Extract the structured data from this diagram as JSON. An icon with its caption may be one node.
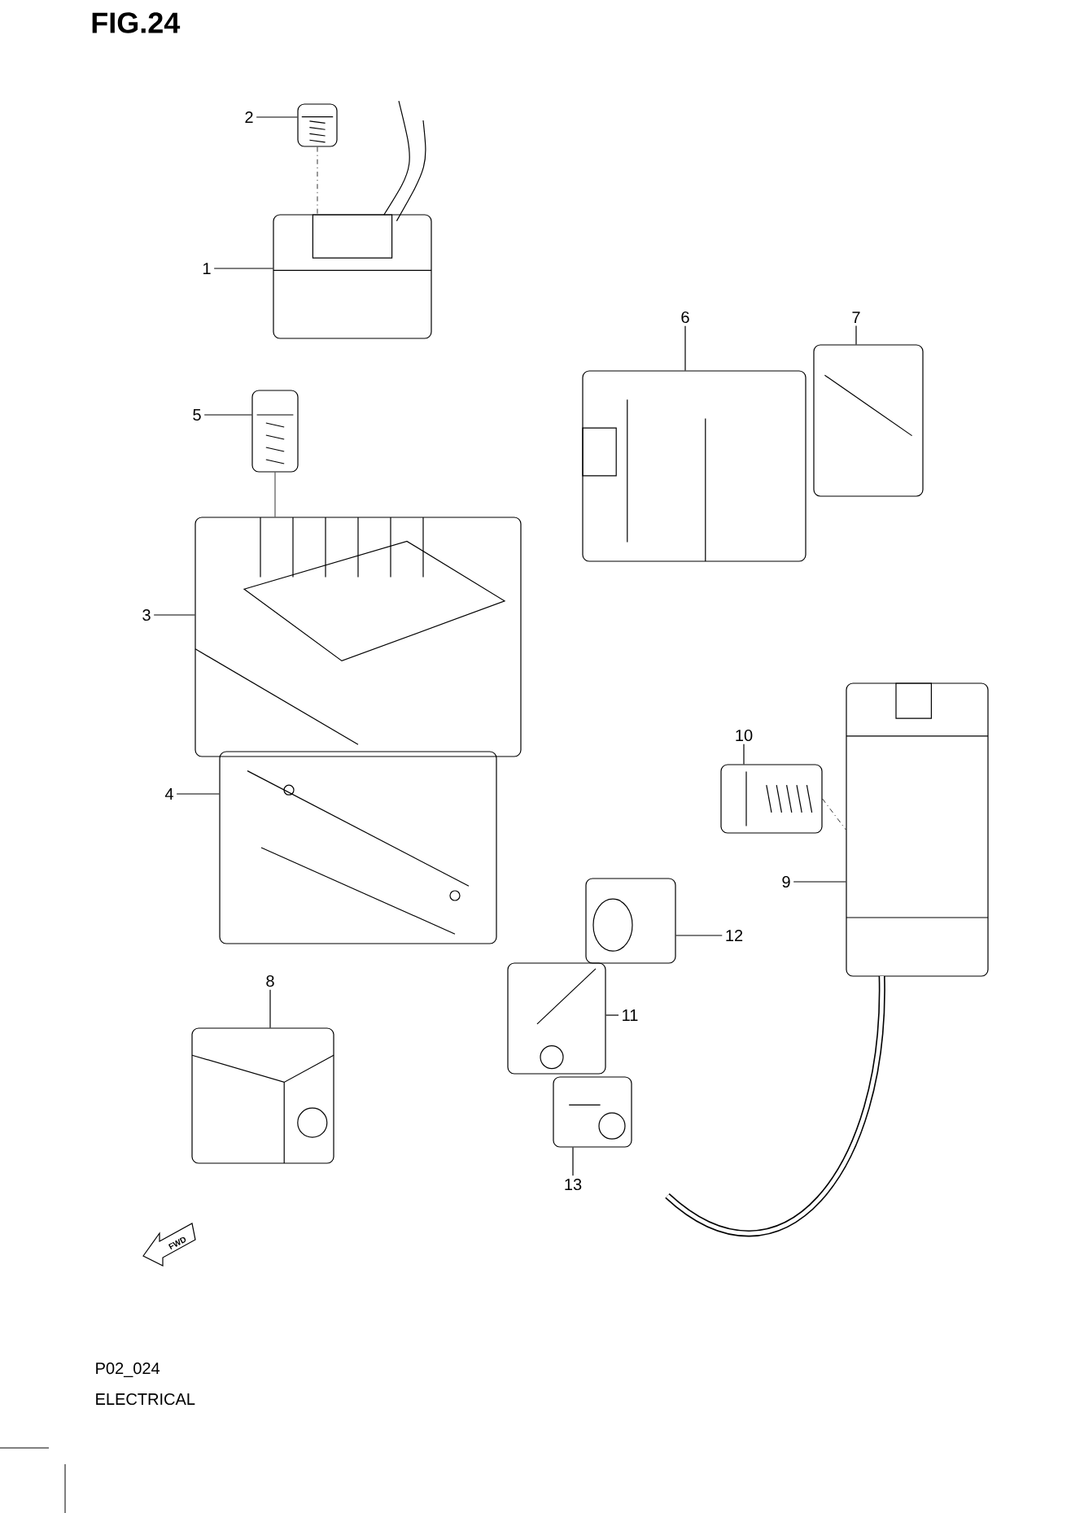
{
  "diagram": {
    "title": "FIG.24",
    "nodes": [
      {
        "text": [
          "2"
        ]
      },
      {
        "text": [],
        "shape": "picture"
      },
      {
        "text": [
          "1"
        ]
      },
      {
        "text": [],
        "shape": "picture"
      },
      {
        "text": [
          "5"
        ]
      },
      {
        "text": [],
        "shape": "picture"
      },
      {
        "text": [
          "3"
        ]
      },
      {
        "text": [],
        "shape": "picture"
      },
      {
        "text": [
          "4"
        ]
      },
      {
        "text": [],
        "shape": "picture"
      },
      {
        "text": [
          "6"
        ]
      },
      {
        "text": [],
        "shape": "picture"
      },
      {
        "text": [
          "7"
        ]
      },
      {
        "text": [],
        "shape": "picture"
      },
      {
        "text": [
          "10"
        ]
      },
      {
        "text": [],
        "shape": "picture"
      },
      {
        "text": [
          "9"
        ]
      },
      {
        "text": [],
        "shape": "picture"
      },
      {
        "text": [
          "12"
        ]
      },
      {
        "text": [],
        "shape": "picture"
      },
      {
        "text": [
          "11"
        ]
      },
      {
        "text": [],
        "shape": "picture"
      },
      {
        "text": [
          "8"
        ]
      },
      {
        "text": [],
        "shape": "picture"
      },
      {
        "text": [
          "13"
        ]
      },
      {
        "text": [],
        "shape": "picture"
      }
    ],
    "edges": [
      {
        "from": 0,
        "to": 1,
        "arrow": "none"
      },
      {
        "from": 2,
        "to": 3,
        "arrow": "none"
      },
      {
        "from": 4,
        "to": 5,
        "arrow": "none"
      },
      {
        "from": 6,
        "to": 7,
        "arrow": "none"
      },
      {
        "from": 8,
        "to": 9,
        "arrow": "none"
      },
      {
        "from": 10,
        "to": 11,
        "arrow": "none"
      },
      {
        "from": 12,
        "to": 13,
        "arrow": "none"
      },
      {
        "from": 14,
        "to": 15,
        "arrow": "none"
      },
      {
        "from": 16,
        "to": 17,
        "arrow": "none"
      },
      {
        "from": 18,
        "to": 19,
        "arrow": "none"
      },
      {
        "from": 20,
        "to": 21,
        "arrow": "none"
      },
      {
        "from": 22,
        "to": 23,
        "arrow": "none"
      },
      {
        "from": 24,
        "to": 25,
        "arrow": "none"
      },
      {
        "from": 1,
        "to": 3,
        "arrow": "none",
        "style": "dashed"
      },
      {
        "from": 5,
        "to": 7,
        "arrow": "none"
      },
      {
        "from": 15,
        "to": 17,
        "arrow": "none",
        "style": "dashed"
      }
    ],
    "labels": [
      "FWD",
      "P02_024",
      "ELECTRICAL"
    ]
  }
}
